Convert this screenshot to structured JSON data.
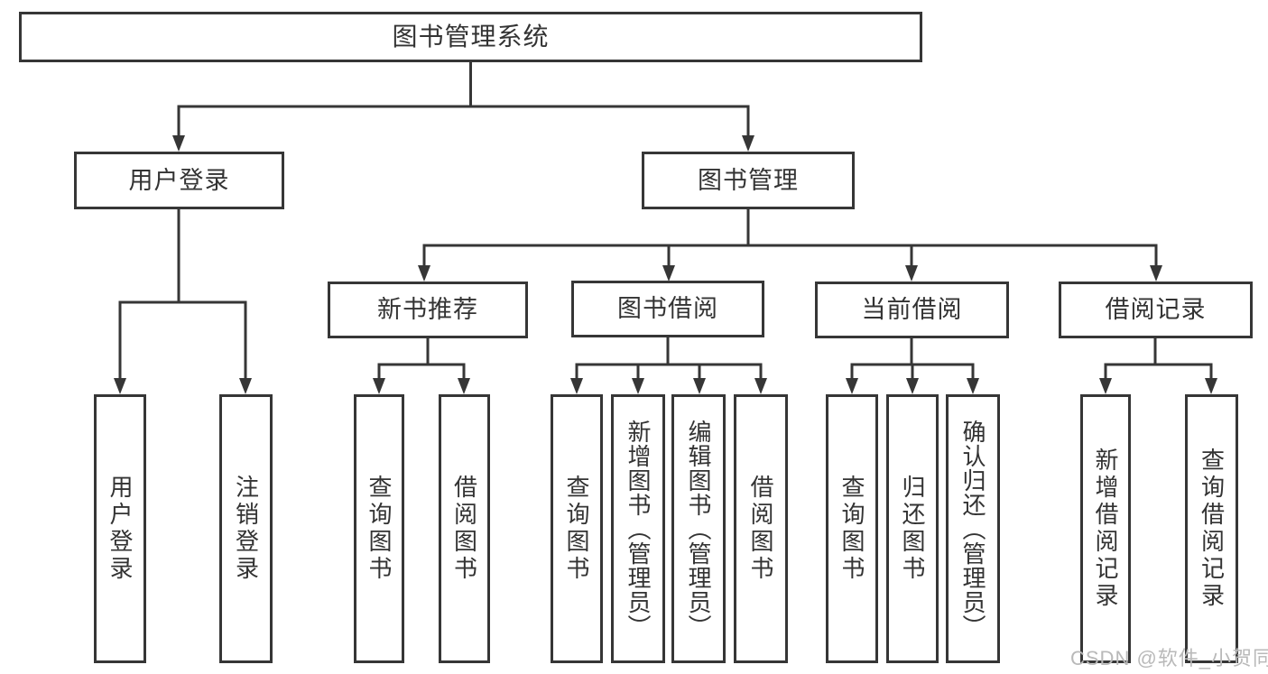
{
  "diagram": {
    "root_label": "图书管理系统",
    "branches": [
      {
        "label": "用户登录",
        "leaves": [
          "用户登录",
          "注销登录"
        ]
      },
      {
        "label": "图书管理",
        "groups": [
          {
            "label": "新书推荐",
            "leaves": [
              "查询图书",
              "借阅图书"
            ]
          },
          {
            "label": "图书借阅",
            "leaves": [
              "查询图书",
              "新增图书（管理员）",
              "编辑图书（管理员）",
              "借阅图书"
            ]
          },
          {
            "label": "当前借阅",
            "leaves": [
              "查询图书",
              "归还图书",
              "确认归还（管理员）"
            ]
          },
          {
            "label": "借阅记录",
            "leaves": [
              "新增借阅记录",
              "查询借阅记录"
            ]
          }
        ]
      }
    ],
    "watermark": "CSDN @软件_小贺同学",
    "colors": {
      "line": "#363636",
      "box_border": "#363636",
      "text": "#333333",
      "watermark": "#b9b9b9",
      "background": "#ffffff"
    }
  }
}
